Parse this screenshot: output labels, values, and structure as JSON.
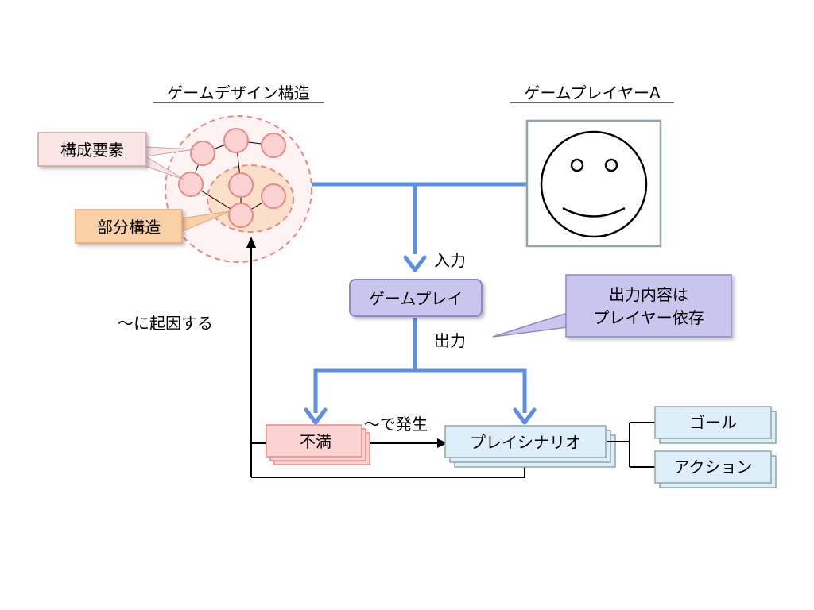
{
  "titles": {
    "design_structure": "ゲームデザイン構造",
    "player_a": "ゲームプレイヤーA"
  },
  "callouts": {
    "elements": "構成要素",
    "substructure": "部分構造",
    "output_note_line1": "出力内容は",
    "output_note_line2": "プレイヤー依存"
  },
  "boxes": {
    "gameplay": "ゲームプレイ",
    "dissatisfaction": "不満",
    "play_scenario": "プレイシナリオ",
    "goal": "ゴール",
    "action": "アクション"
  },
  "labels": {
    "input": "入力",
    "output": "出力",
    "caused_by": "〜に起因する",
    "occurs_in": "〜で発生"
  },
  "colors": {
    "arrow_blue": "#5b8fe6",
    "pink_fill": "#fbd3d2",
    "pink_stroke": "#ee8886",
    "orange_fill": "#fbd0a6",
    "lavender_fill": "#c9c5ec",
    "lavender_stroke": "#8d88c8",
    "lightblue_fill": "#deeef8",
    "teal_stroke": "#8ea6a8"
  }
}
